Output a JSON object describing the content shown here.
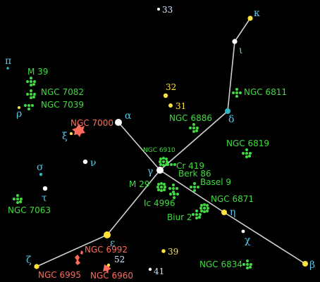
{
  "colors": {
    "background": "#000000",
    "line": "#cfcfcf",
    "star_white": "#ffffff",
    "star_yellow": "#ffe23a",
    "star_cyan": "#2fb7c9",
    "greek_label": "#59c7e6",
    "cluster_green": "#3fdc3f",
    "nebula_red": "#ff6a5a",
    "number_label": "#ffe23a",
    "number_label_white": "#cfe8ff"
  },
  "stars": [
    {
      "name": "kappa",
      "label": "κ",
      "kind": "greek",
      "color": "yellow"
    },
    {
      "name": "iota",
      "label": "ι",
      "kind": "greek",
      "color": "white"
    },
    {
      "name": "delta",
      "label": "δ",
      "kind": "greek",
      "color": "cyan"
    },
    {
      "name": "alpha",
      "label": "α",
      "kind": "greek",
      "color": "white"
    },
    {
      "name": "gamma",
      "label": "γ",
      "kind": "greek",
      "color": "white"
    },
    {
      "name": "eta",
      "label": "η",
      "kind": "greek",
      "color": "yellow"
    },
    {
      "name": "beta",
      "label": "β",
      "kind": "greek",
      "color": "yellow"
    },
    {
      "name": "epsilon",
      "label": "ε",
      "kind": "greek",
      "color": "yellow"
    },
    {
      "name": "zeta",
      "label": "ζ",
      "kind": "greek",
      "color": "yellow"
    },
    {
      "name": "chi",
      "label": "χ",
      "kind": "greek",
      "color": "white"
    },
    {
      "name": "nu",
      "label": "ν",
      "kind": "greek",
      "color": "white"
    },
    {
      "name": "tau",
      "label": "τ",
      "kind": "greek",
      "color": "white"
    },
    {
      "name": "sigma",
      "label": "σ",
      "kind": "greek",
      "color": "cyan"
    },
    {
      "name": "rho",
      "label": "ρ",
      "kind": "greek",
      "color": "yellow"
    },
    {
      "name": "pi",
      "label": "π",
      "kind": "greek",
      "color": "cyan"
    },
    {
      "name": "xi",
      "label": "ξ",
      "kind": "greek",
      "color": "yellow"
    },
    {
      "name": "33",
      "label": "33",
      "kind": "number",
      "color": "white"
    },
    {
      "name": "32",
      "label": "32",
      "kind": "number",
      "color": "yellow"
    },
    {
      "name": "31",
      "label": "31",
      "kind": "number",
      "color": "yellow"
    },
    {
      "name": "39",
      "label": "39",
      "kind": "number",
      "color": "yellow"
    },
    {
      "name": "41",
      "label": "41",
      "kind": "number",
      "color": "white"
    },
    {
      "name": "52",
      "label": "52",
      "kind": "number",
      "color": "yellow"
    }
  ],
  "clusters": [
    "M 39",
    "NGC 7082",
    "NGC 7039",
    "NGC 6811",
    "NGC 6886",
    "NGC 6819",
    "NGC 6910",
    "Cr 419",
    "Berk 86",
    "Basel 9",
    "M 29",
    "Ic 4996",
    "NGC 6871",
    "Biur 2",
    "NGC 7063",
    "NGC 6834"
  ],
  "nebulae": [
    "NGC 7000",
    "NGC 6992",
    "NGC 6995",
    "NGC 6960"
  ]
}
